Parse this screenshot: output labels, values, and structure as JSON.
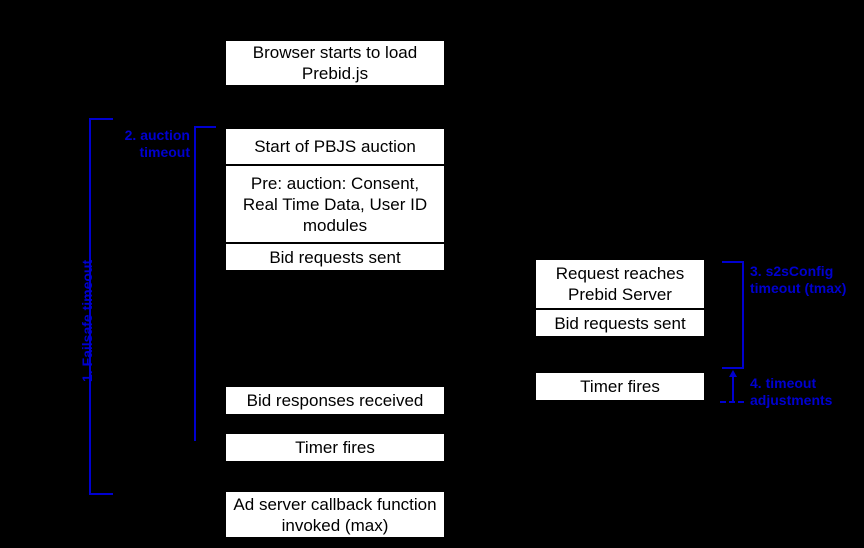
{
  "diagram": {
    "title_visible": false,
    "background_color": "#000000",
    "box_fill_color": "#ffffff",
    "box_text_color": "#000000",
    "annotation_color": "#0000d0"
  },
  "client_flow": {
    "boxes": [
      {
        "id": "browser-load",
        "label": "Browser starts to load Prebid.js"
      },
      {
        "id": "auction-start",
        "label": "Start of PBJS auction"
      },
      {
        "id": "pre-auction",
        "label": "Pre: auction: Consent, Real Time Data, User ID modules"
      },
      {
        "id": "bid-requests-sent",
        "label": "Bid requests sent"
      },
      {
        "id": "bid-responses-received",
        "label": "Bid responses received"
      },
      {
        "id": "timer-fires-client",
        "label": "Timer fires"
      },
      {
        "id": "ad-server-callback",
        "label": "Ad server callback function invoked (max)"
      }
    ]
  },
  "server_flow": {
    "boxes": [
      {
        "id": "request-reaches-server",
        "label": "Request reaches Prebid Server"
      },
      {
        "id": "bid-requests-sent-server",
        "label": "Bid requests sent"
      },
      {
        "id": "timer-fires-server",
        "label": "Timer fires"
      }
    ]
  },
  "annotations": {
    "failsafe_timeout": "1. Failsafe timeout",
    "auction_timeout": "2. auction\ntimeout",
    "s2s_config_timeout": "3. s2sConfig\ntimeout (tmax)",
    "timeout_adjustments": "4. timeout\nadjustments"
  }
}
